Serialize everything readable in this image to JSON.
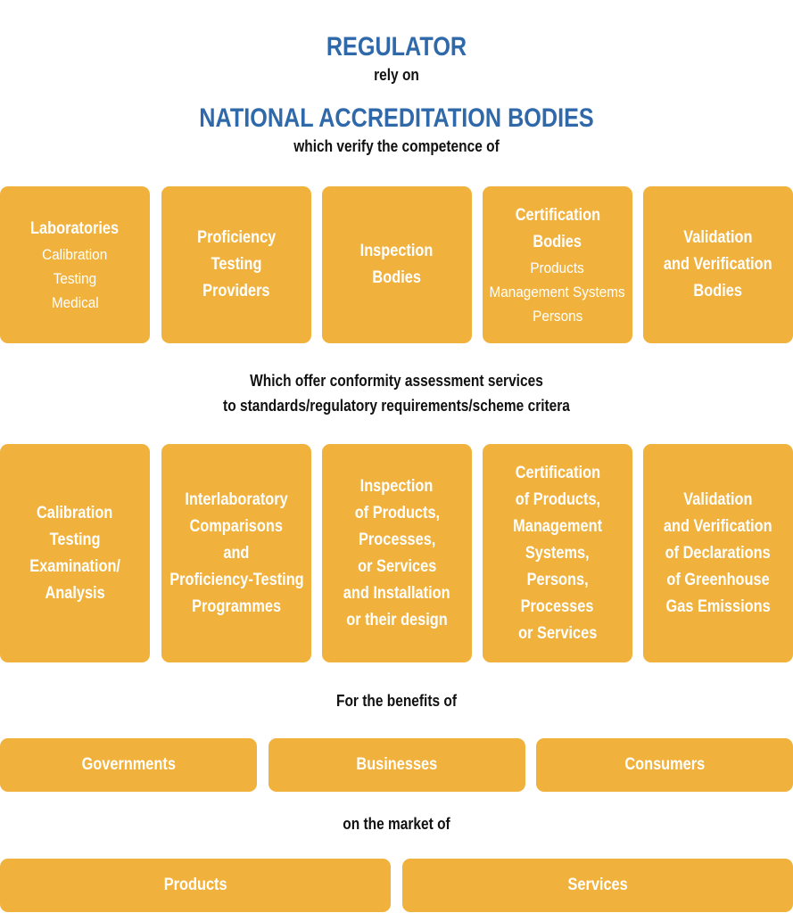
{
  "header": {
    "regulator": "REGULATOR",
    "rely_on": "rely on",
    "nab": "NATIONAL ACCREDITATION BODIES",
    "verify": "which verify the competence of"
  },
  "bodies": [
    {
      "title": [
        "Laboratories"
      ],
      "items": [
        "Calibration",
        "Testing",
        "Medical"
      ]
    },
    {
      "title": [
        "Proficiency",
        "Testing",
        "Providers"
      ],
      "items": []
    },
    {
      "title": [
        "Inspection",
        "Bodies"
      ],
      "items": []
    },
    {
      "title": [
        "Certification",
        "Bodies"
      ],
      "items": [
        "Products",
        "Management Systems",
        "Persons"
      ]
    },
    {
      "title": [
        "Validation",
        "and Verification",
        "Bodies"
      ],
      "items": []
    }
  ],
  "offer": {
    "line1": "Which offer conformity assessment services",
    "line2": "to standards/regulatory requirements/scheme critera"
  },
  "services": [
    {
      "lines": [
        "Calibration",
        "Testing",
        "Examination/",
        "Analysis"
      ]
    },
    {
      "lines": [
        "Interlaboratory",
        "Comparisons",
        "and",
        "Proficiency-Testing",
        "Programmes"
      ]
    },
    {
      "lines": [
        "Inspection",
        "of Products,",
        "Processes,",
        "or Services",
        "and Installation",
        "or their design"
      ]
    },
    {
      "lines": [
        "Certification",
        "of Products,",
        "Management",
        "Systems,",
        "Persons,",
        "Processes",
        "or Services"
      ]
    },
    {
      "lines": [
        "Validation",
        "and Verification",
        "of Declarations",
        "of Greenhouse",
        "Gas Emissions"
      ]
    }
  ],
  "benefits_label": "For the benefits of",
  "benefits": [
    "Governments",
    "Businesses",
    "Consumers"
  ],
  "market_label": "on the market of",
  "market": [
    "Products",
    "Services"
  ],
  "colors": {
    "box": "#f0b23c",
    "heading": "#2f69aa",
    "box_text": "#ffffff"
  }
}
